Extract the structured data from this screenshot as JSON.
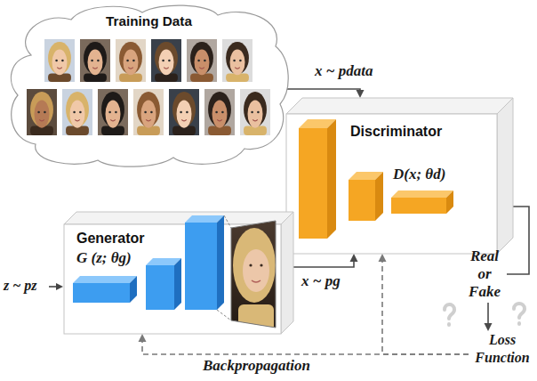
{
  "diagram": {
    "nodes": [
      {
        "text": [
          "Training Data"
        ]
      },
      {
        "text": [
          "Discriminator",
          "D(x; θd)"
        ]
      },
      {
        "text": [
          "Generator",
          "G (z; θg)"
        ]
      },
      {
        "text": [
          "Real or Fake"
        ]
      },
      {
        "text": [
          "Loss Function"
        ]
      }
    ],
    "edges": [
      {
        "from": 0,
        "to": 1,
        "arrow": "to",
        "label": "x ~ pdata"
      },
      {
        "from": 2,
        "to": 1,
        "arrow": "to",
        "label": "x ~ pg"
      },
      {
        "from": 1,
        "to": 3,
        "arrow": "none"
      },
      {
        "from": 3,
        "to": 4,
        "arrow": "to"
      },
      {
        "from": 4,
        "to": 1,
        "arrow": "to"
      },
      {
        "from": 4,
        "to": 2,
        "arrow": "to",
        "label": "Backpropagation"
      }
    ],
    "labels": [
      "z ~ pz"
    ]
  }
}
